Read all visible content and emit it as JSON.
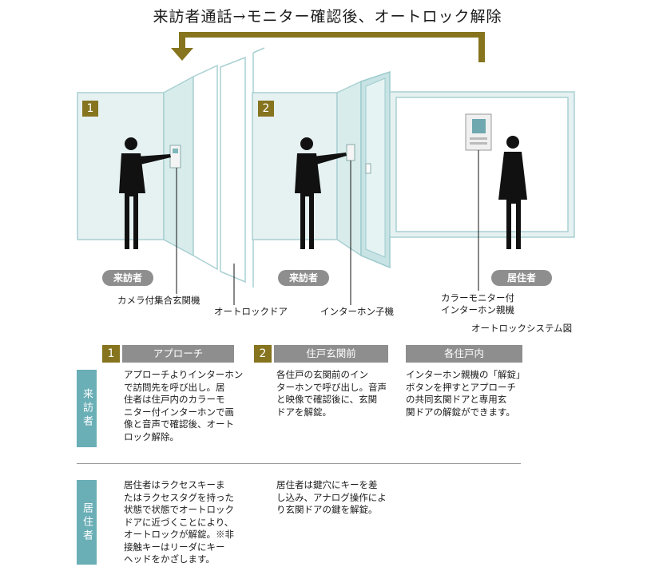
{
  "title": "来訪者通話→モニター確認後、オートロック解除",
  "scene": {
    "step1_number": "1",
    "step2_number": "2",
    "visitor_label_1": "来訪者",
    "visitor_label_2": "来訪者",
    "resident_label": "居住者",
    "callouts": {
      "camera_panel": "カメラ付集合玄関機",
      "autolock_door": "オートロックドア",
      "intercom_slave": "インターホン子機",
      "monitor_line1": "カラーモニター付",
      "monitor_line2": "インターホン親機"
    },
    "caption": "オートロックシステム図"
  },
  "colors": {
    "accent": "#86741e",
    "teal": "#6aaeb6",
    "gray": "#8e8e8e",
    "wall": "#e6f1f1",
    "wall_border": "#9ccbcd"
  },
  "table": {
    "columns": [
      {
        "number": "1",
        "header": "アプローチ"
      },
      {
        "number": "2",
        "header": "住戸玄関前"
      },
      {
        "number": "",
        "header": "各住戸内"
      }
    ],
    "rows": [
      {
        "label": "来訪者",
        "cells": [
          "アプローチよりインターホン\nで訪問先を呼び出し。居\n住者は住戸内のカラーモ\nニター付インターホンで画\n像と音声で確認後、オート\nロック解除。",
          "各住戸の玄関前のイン\nターホンで呼び出し。音声\nと映像で確認後に、玄関\nドアを解錠。",
          "インターホン親機の「解錠」\nボタンを押すとアプローチ\nの共同玄関ドアと専用玄\n関ドアの解錠ができます。"
        ]
      },
      {
        "label": "居住者",
        "cells": [
          "居住者はラクセスキーま\nたはラクセスタグを持った\n状態で状態でオートロック\nドアに近づくことにより、\nオートロックが解錠。※非\n接触キーはリーダにキー\nヘッドをかざします。",
          "居住者は鍵穴にキーを差\nし込み、アナログ操作によ\nり玄関ドアの鍵を解錠。",
          ""
        ]
      }
    ]
  }
}
